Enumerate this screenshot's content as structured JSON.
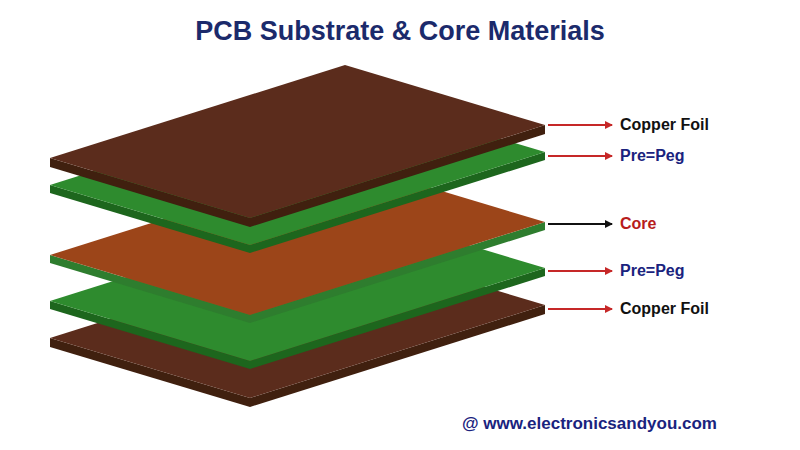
{
  "diagram": {
    "title": "PCB Substrate & Core Materials",
    "labels": [
      "Copper Foil",
      "Pre=Peg",
      "Core",
      "Pre=Peg",
      "Copper Foil",
      "@ www.electronicsandyou.com"
    ]
  }
}
